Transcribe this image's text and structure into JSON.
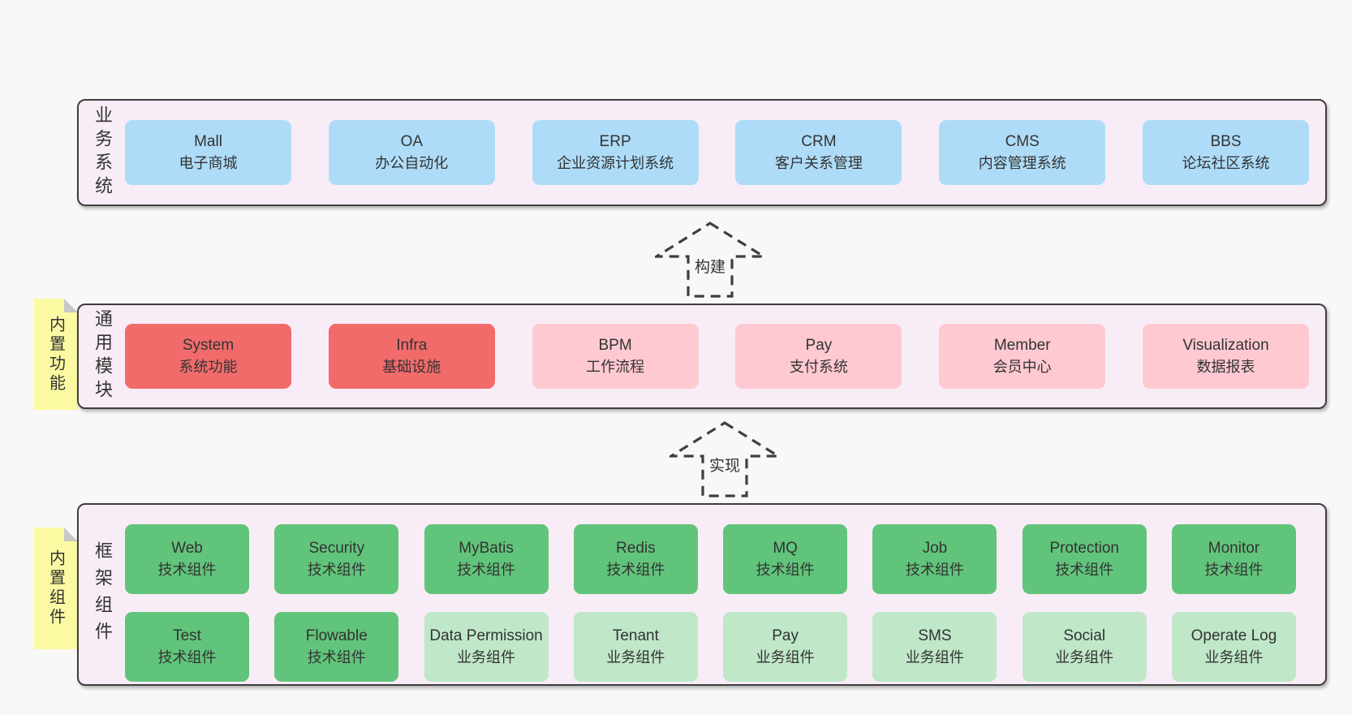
{
  "palette": {
    "background": "#f8f8f8",
    "panel_bg": "#f8edf6",
    "panel_border": "#3e3e3e",
    "box_blue": "#aedcf8",
    "box_red": "#f16b6b",
    "box_pink": "#ffc9d2",
    "box_green": "#61c47b",
    "box_green_light": "#bfe7c8",
    "sticky_yellow": "#fbfaa3",
    "sticky_fold_gray": "#c8c8c8",
    "text": "#333333"
  },
  "arrows": [
    {
      "label": "构建"
    },
    {
      "label": "实现"
    }
  ],
  "layers": [
    {
      "label": "业务系统",
      "boxes": [
        {
          "name": "Mall",
          "desc": "电子商城"
        },
        {
          "name": "OA",
          "desc": "办公自动化"
        },
        {
          "name": "ERP",
          "desc": "企业资源计划系统"
        },
        {
          "name": "CRM",
          "desc": "客户关系管理"
        },
        {
          "name": "CMS",
          "desc": "内容管理系统"
        },
        {
          "name": "BBS",
          "desc": "论坛社区系统"
        }
      ]
    },
    {
      "label": "通用模块",
      "sticky": "内置功能",
      "boxes": [
        {
          "name": "System",
          "desc": "系统功能"
        },
        {
          "name": "Infra",
          "desc": "基础设施"
        },
        {
          "name": "BPM",
          "desc": "工作流程"
        },
        {
          "name": "Pay",
          "desc": "支付系统"
        },
        {
          "name": "Member",
          "desc": "会员中心"
        },
        {
          "name": "Visualization",
          "desc": "数据报表"
        }
      ]
    },
    {
      "label": "框架组件",
      "sticky": "内置组件",
      "rows": [
        [
          {
            "name": "Web",
            "desc": "技术组件"
          },
          {
            "name": "Security",
            "desc": "技术组件"
          },
          {
            "name": "MyBatis",
            "desc": "技术组件"
          },
          {
            "name": "Redis",
            "desc": "技术组件"
          },
          {
            "name": "MQ",
            "desc": "技术组件"
          },
          {
            "name": "Job",
            "desc": "技术组件"
          },
          {
            "name": "Protection",
            "desc": "技术组件"
          },
          {
            "name": "Monitor",
            "desc": "技术组件"
          }
        ],
        [
          {
            "name": "Test",
            "desc": "技术组件"
          },
          {
            "name": "Flowable",
            "desc": "技术组件"
          },
          {
            "name": "Data Permission",
            "desc": "业务组件"
          },
          {
            "name": "Tenant",
            "desc": "业务组件"
          },
          {
            "name": "Pay",
            "desc": "业务组件"
          },
          {
            "name": "SMS",
            "desc": "业务组件"
          },
          {
            "name": "Social",
            "desc": "业务组件"
          },
          {
            "name": "Operate Log",
            "desc": "业务组件"
          }
        ]
      ]
    }
  ]
}
